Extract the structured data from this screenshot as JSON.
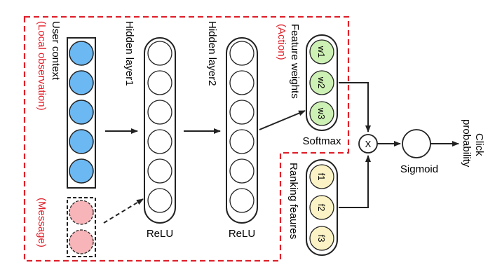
{
  "labels": {
    "user_context": "User context",
    "local_observation": "(Local observation)",
    "message": "(Message)",
    "hidden_layer1": "Hidden layer1",
    "hidden_layer2": "Hidden layer2",
    "feature_weights": "Feature weights",
    "action": "(Action)",
    "softmax": "Softmax",
    "relu_1": "ReLU",
    "relu_2": "ReLU",
    "ranking_features": "Ranking feaures",
    "multiply": "X",
    "sigmoid": "Sigmoid",
    "click": "Click",
    "probability": "probability"
  },
  "weights": [
    "w1",
    "w2",
    "w3"
  ],
  "features": [
    "f1",
    "f2",
    "f3"
  ],
  "colors": {
    "user_context_fill": "#6cb8f2",
    "message_fill": "#f7b5b9",
    "weights_fill": "#cdf0b4",
    "features_fill": "#fbf3c6",
    "dashed_border": "#e0202a",
    "label_red": "#e0202a"
  }
}
